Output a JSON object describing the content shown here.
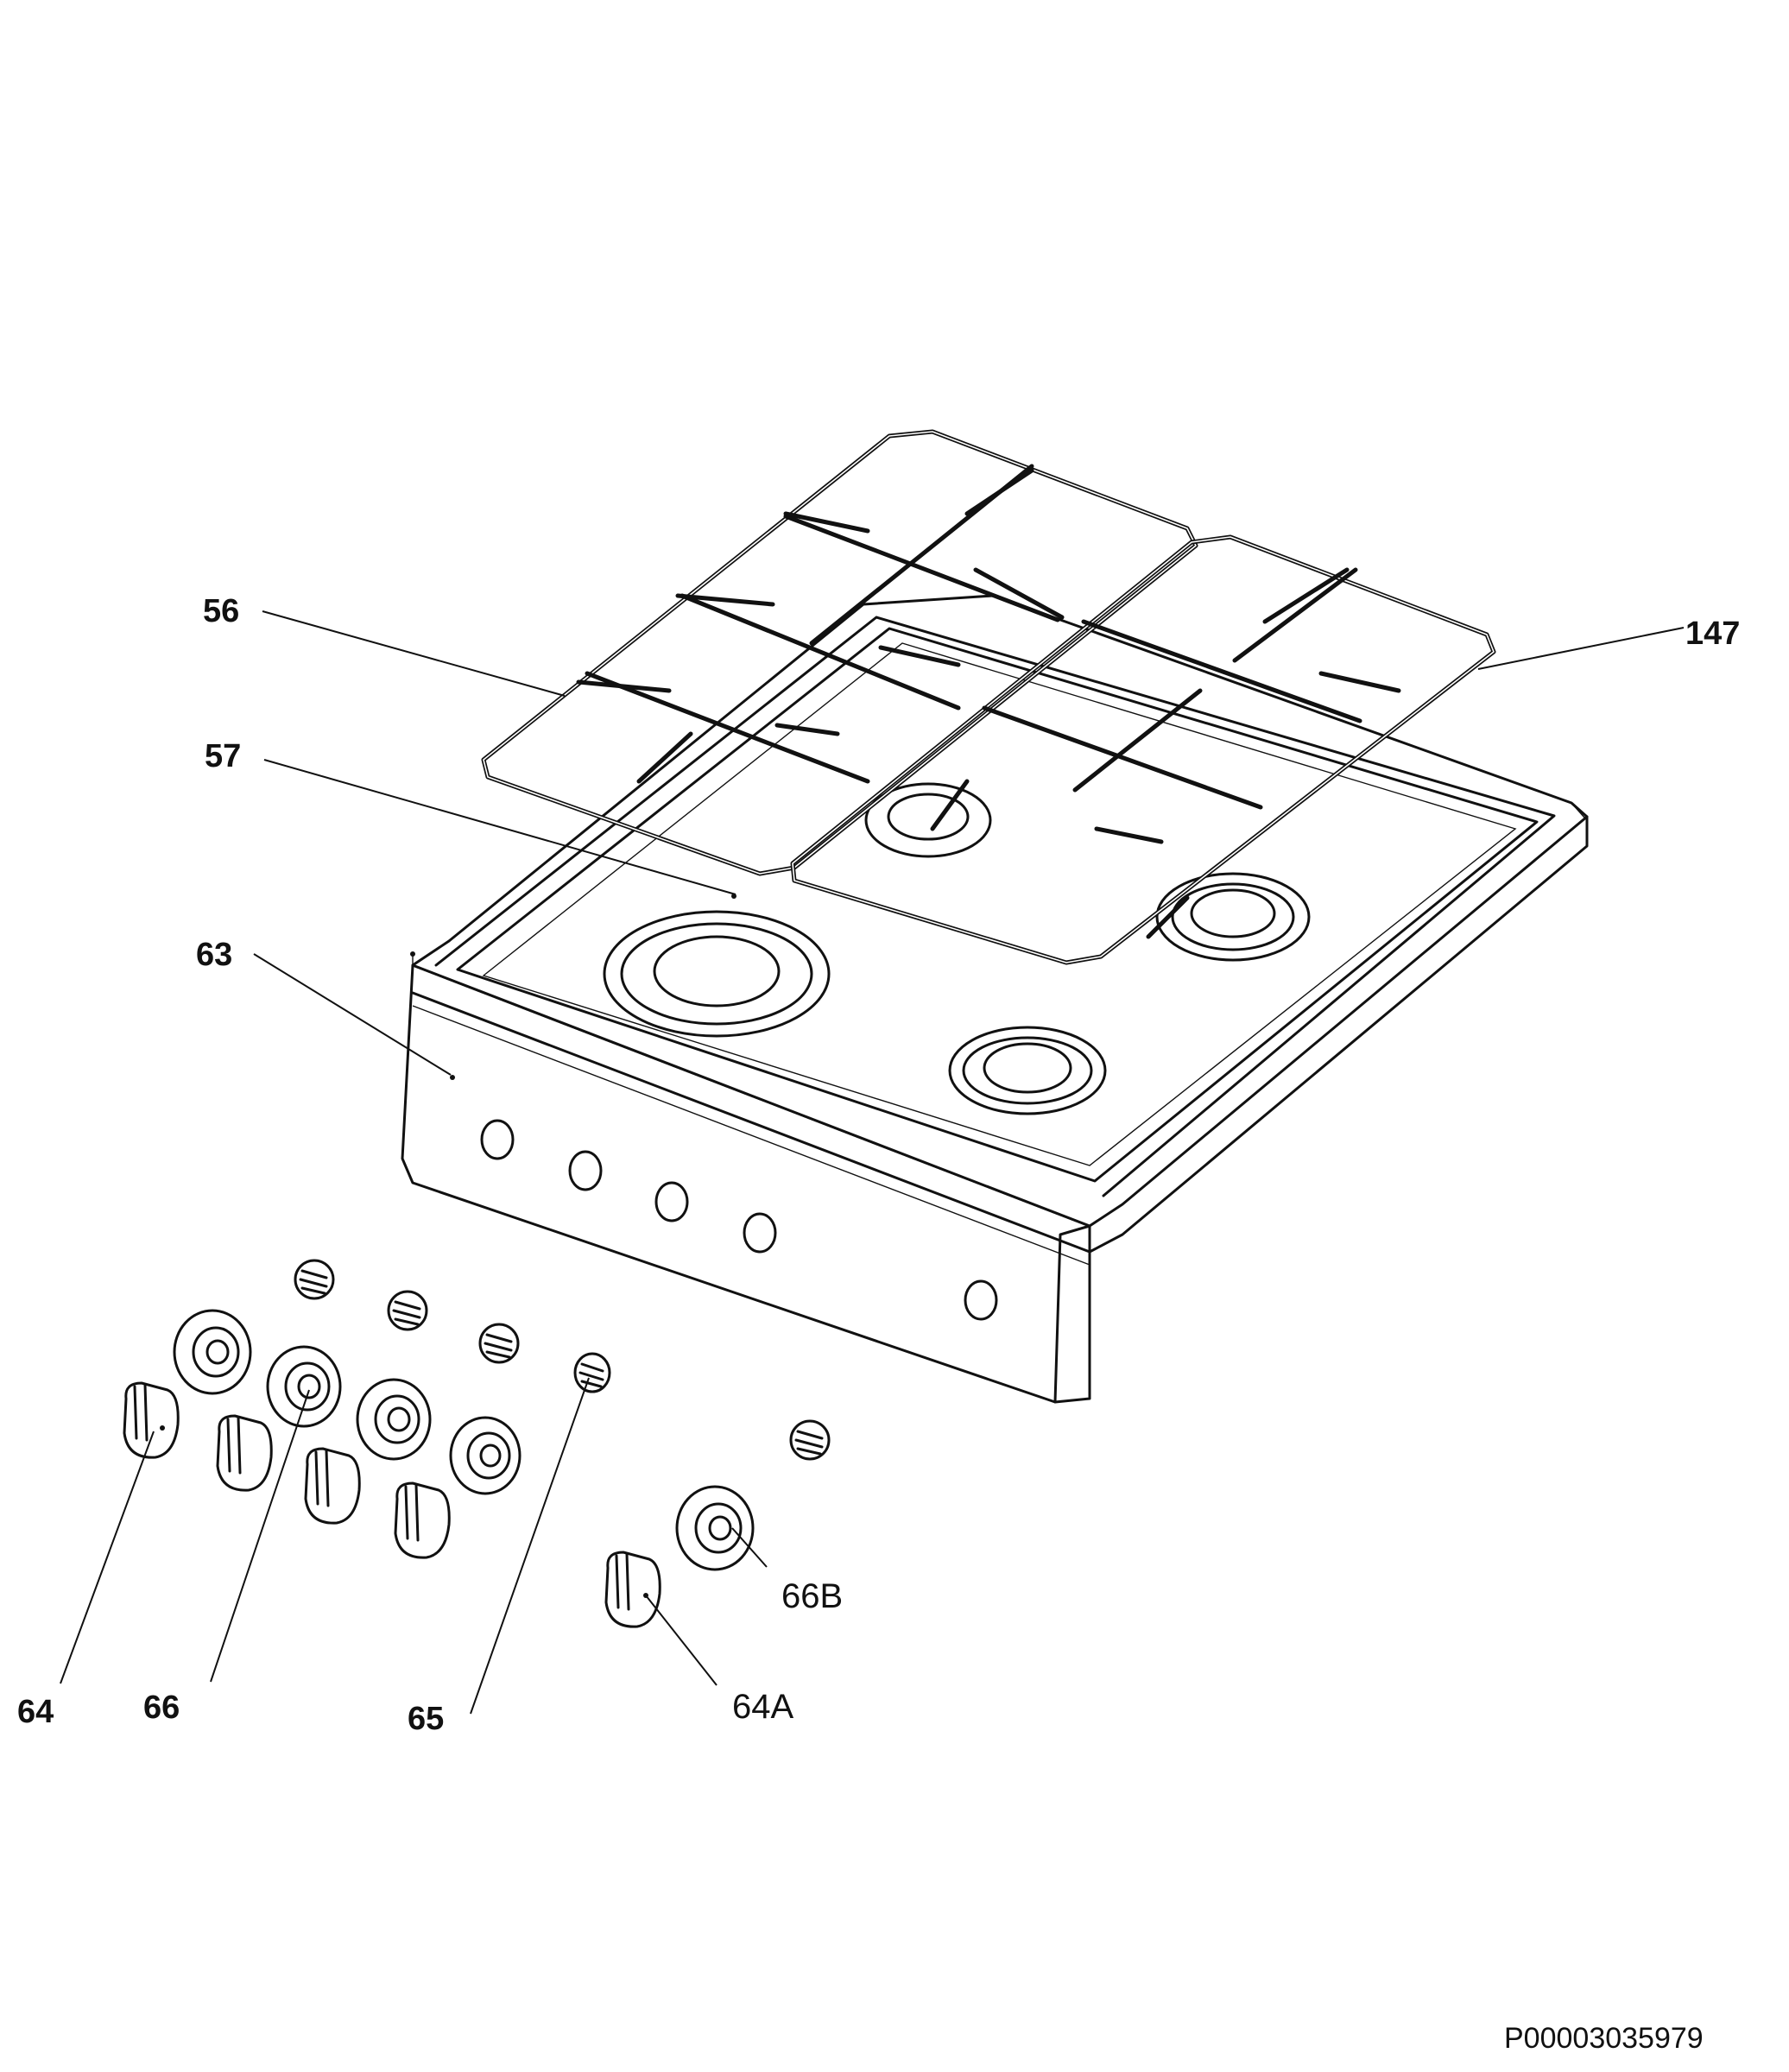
{
  "callouts": {
    "c56": "56",
    "c57": "57",
    "c63": "63",
    "c147": "147",
    "c64": "64",
    "c66": "66",
    "c65": "65",
    "c66b": "66B",
    "c64a": "64A"
  },
  "document_number": "P00003035979"
}
